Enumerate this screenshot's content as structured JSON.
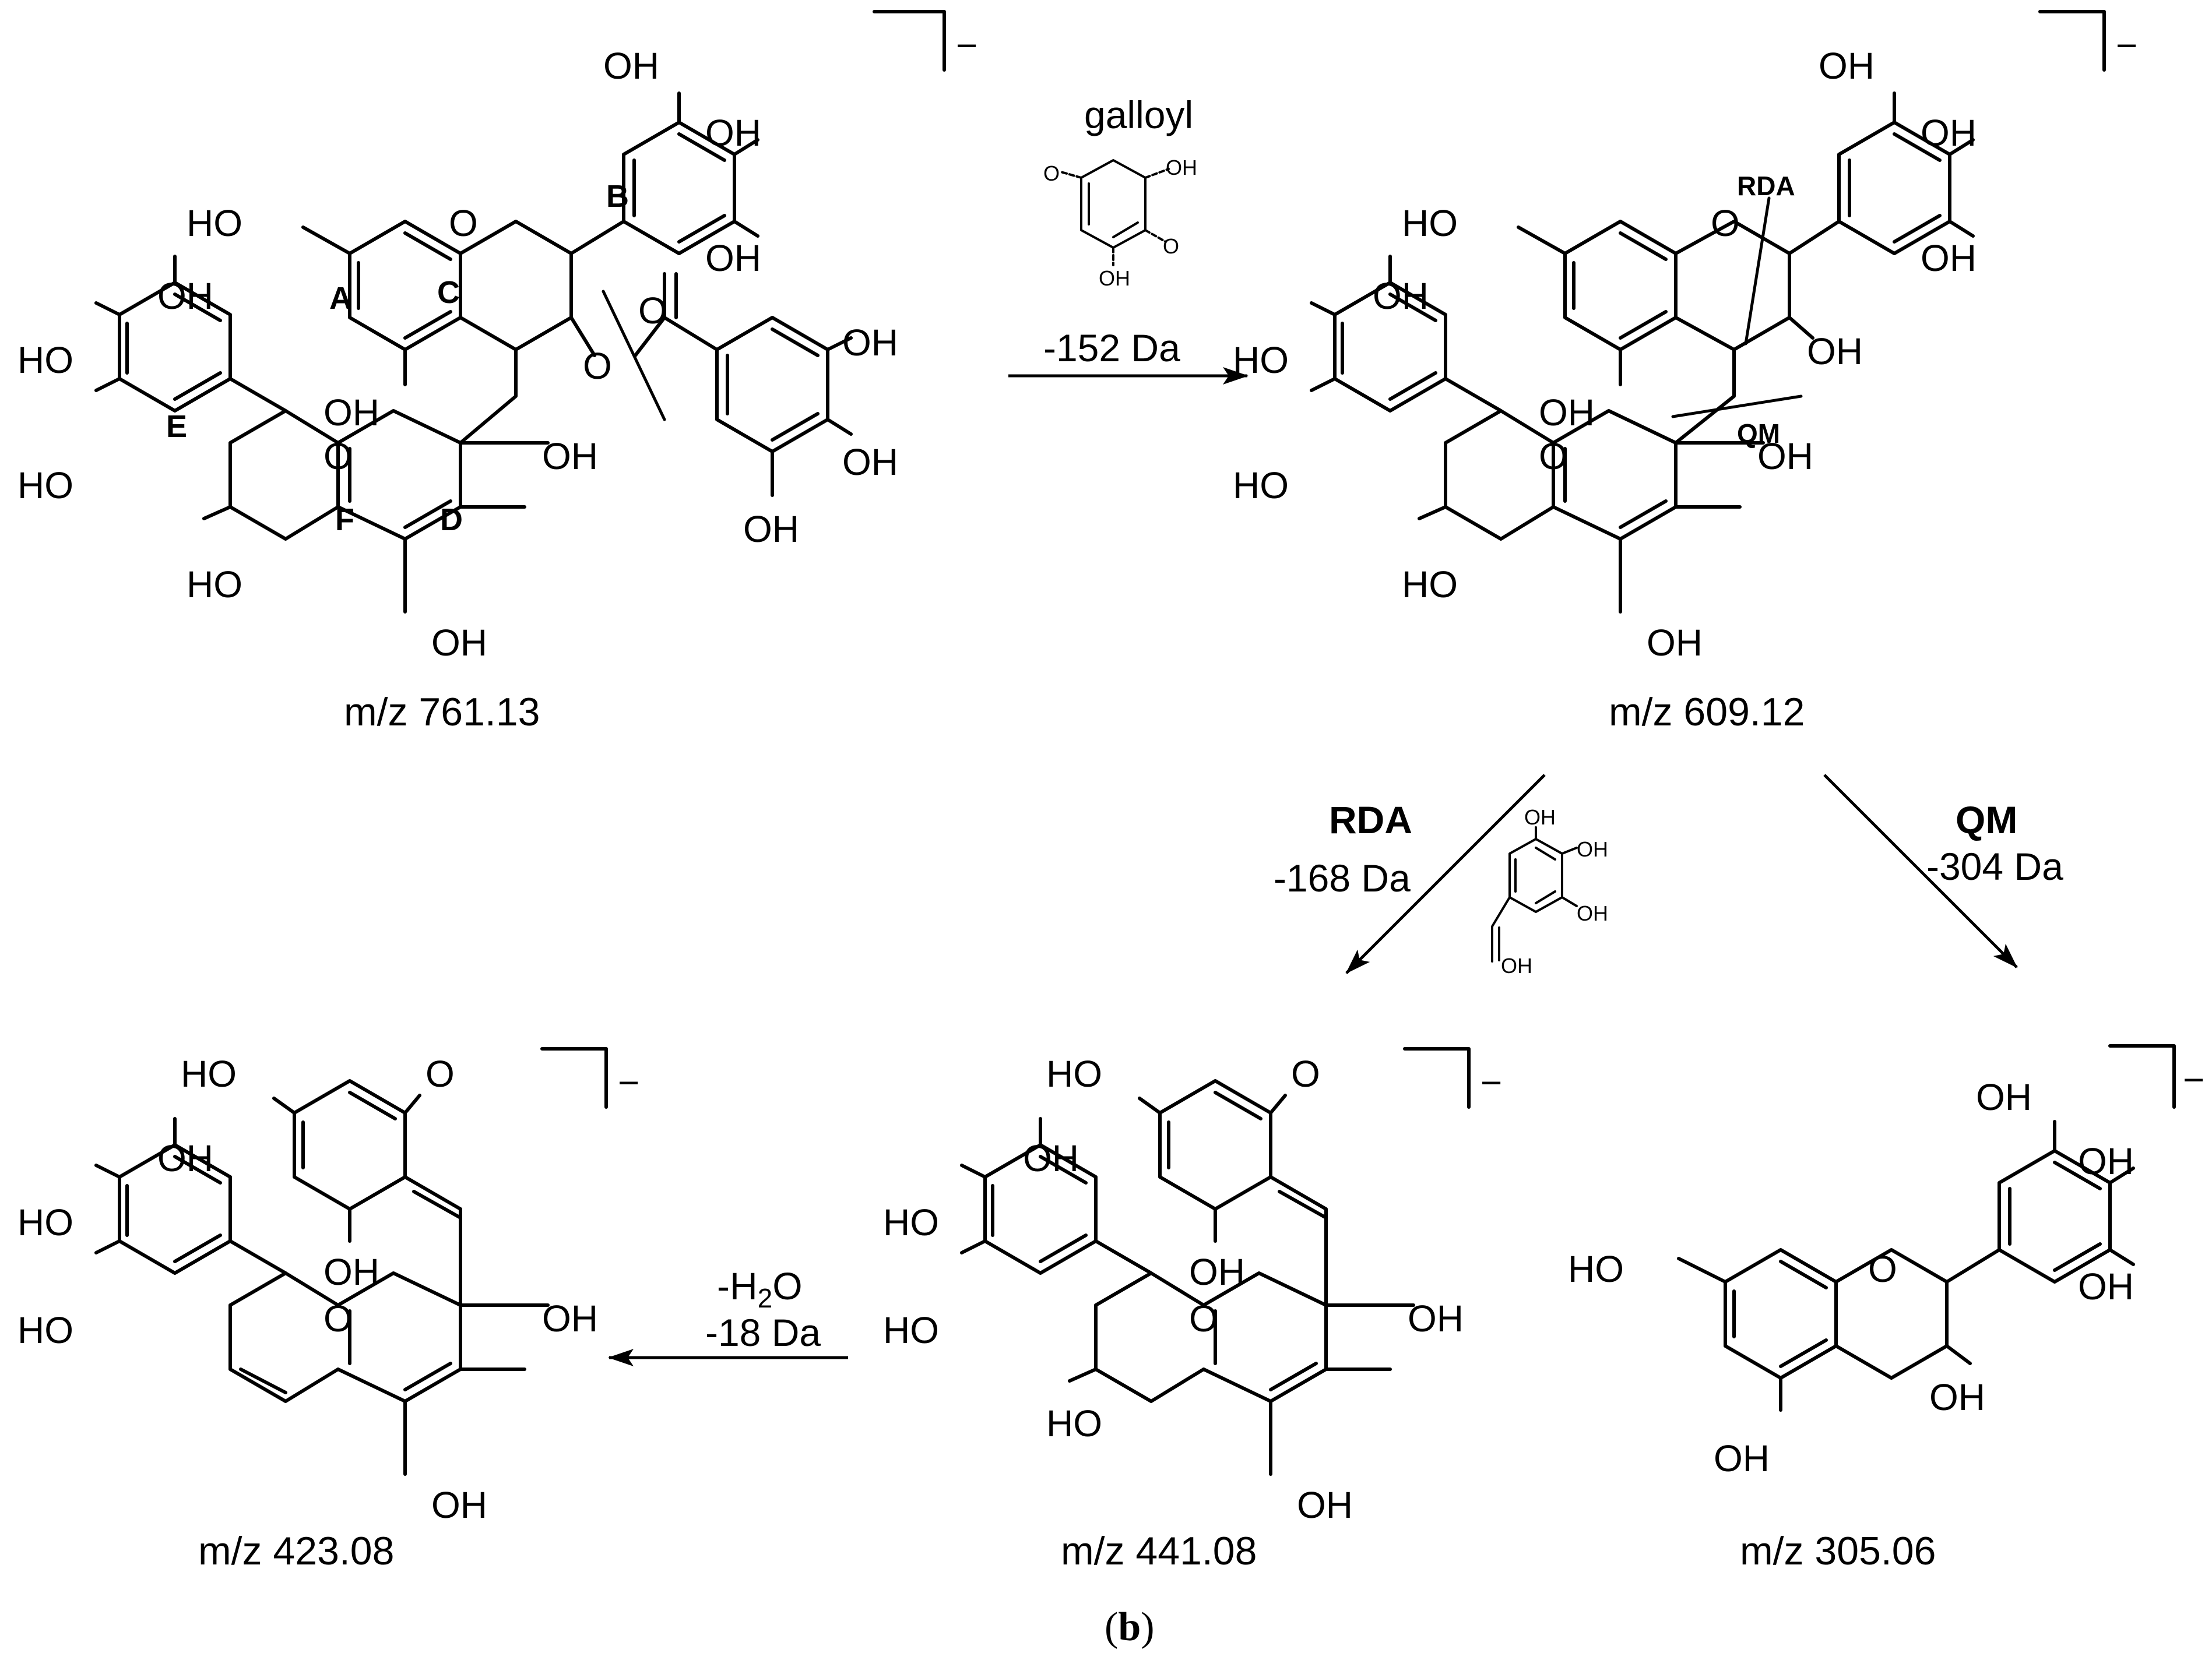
{
  "figure": {
    "caption": "(b)",
    "caption_letter": "b",
    "charge_sign": "−"
  },
  "compounds": [
    {
      "id": "parent",
      "mz": "m/z 761.13",
      "ring_labels": [
        "A",
        "B",
        "C",
        "D",
        "E",
        "F"
      ]
    },
    {
      "id": "degalloyl",
      "mz": "m/z 609.12"
    },
    {
      "id": "rda-product",
      "mz": "m/z 441.08"
    },
    {
      "id": "dehydrated",
      "mz": "m/z 423.08"
    },
    {
      "id": "qm-product",
      "mz": "m/z 305.06"
    }
  ],
  "atom_labels": {
    "oh": "OH",
    "ho": "HO",
    "o": "O"
  },
  "bond_cut_labels": {
    "rda": "RDA",
    "qm": "QM"
  },
  "transitions": [
    {
      "id": "galloyl-loss",
      "name": "galloyl",
      "loss": "-152 Da",
      "from": "parent",
      "to": "degalloyl"
    },
    {
      "id": "rda",
      "name": "RDA",
      "loss": "-168 Da",
      "from": "degalloyl",
      "to": "rda-product"
    },
    {
      "id": "qm",
      "name": "QM",
      "loss": "-304 Da",
      "from": "degalloyl",
      "to": "qm-product"
    },
    {
      "id": "dehydration",
      "name_main": "-H",
      "name_sub": "2",
      "name_tail": "O",
      "loss": "-18 Da",
      "from": "rda-product",
      "to": "dehydrated"
    }
  ]
}
